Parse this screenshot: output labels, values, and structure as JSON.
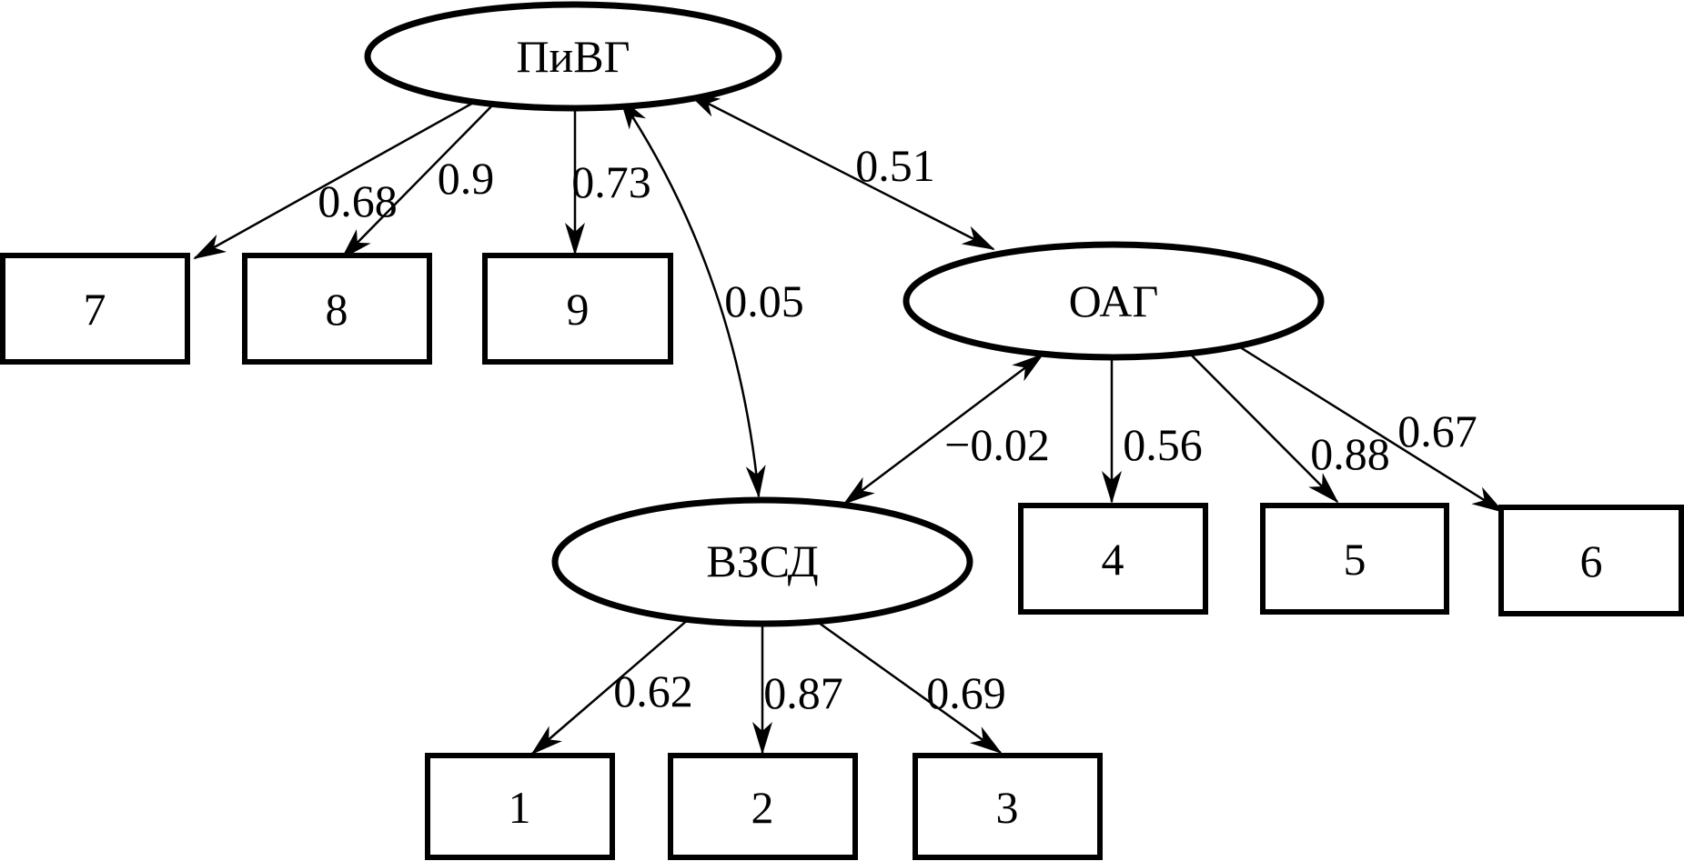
{
  "diagram": {
    "type": "sem-path-diagram",
    "colors": {
      "ink": "#000000",
      "background": "#ffffff"
    },
    "latent_nodes": [
      {
        "id": "pivg",
        "label": "ПиВГ"
      },
      {
        "id": "oag",
        "label": "ОАГ"
      },
      {
        "id": "vzsd",
        "label": "ВЗСД"
      }
    ],
    "observed_nodes": [
      {
        "label": "1"
      },
      {
        "label": "2"
      },
      {
        "label": "3"
      },
      {
        "label": "4"
      },
      {
        "label": "5"
      },
      {
        "label": "6"
      },
      {
        "label": "7"
      },
      {
        "label": "8"
      },
      {
        "label": "9"
      }
    ],
    "edges": [
      {
        "from": "ПиВГ",
        "to": "7",
        "label": "0.68",
        "kind": "loading"
      },
      {
        "from": "ПиВГ",
        "to": "8",
        "label": "0.9",
        "kind": "loading"
      },
      {
        "from": "ПиВГ",
        "to": "9",
        "label": "0.73",
        "kind": "loading"
      },
      {
        "from": "ПиВГ",
        "to": "ОАГ",
        "label": "0.51",
        "kind": "covariance"
      },
      {
        "from": "ПиВГ",
        "to": "ВЗСД",
        "label": "0.05",
        "kind": "covariance"
      },
      {
        "from": "ОАГ",
        "to": "ВЗСД",
        "label": "−0.02",
        "kind": "covariance"
      },
      {
        "from": "ОАГ",
        "to": "4",
        "label": "0.56",
        "kind": "loading"
      },
      {
        "from": "ОАГ",
        "to": "5",
        "label": "0.88",
        "kind": "loading"
      },
      {
        "from": "ОАГ",
        "to": "6",
        "label": "0.67",
        "kind": "loading"
      },
      {
        "from": "ВЗСД",
        "to": "1",
        "label": "0.62",
        "kind": "loading"
      },
      {
        "from": "ВЗСД",
        "to": "2",
        "label": "0.87",
        "kind": "loading"
      },
      {
        "from": "ВЗСД",
        "to": "3",
        "label": "0.69",
        "kind": "loading"
      }
    ]
  }
}
